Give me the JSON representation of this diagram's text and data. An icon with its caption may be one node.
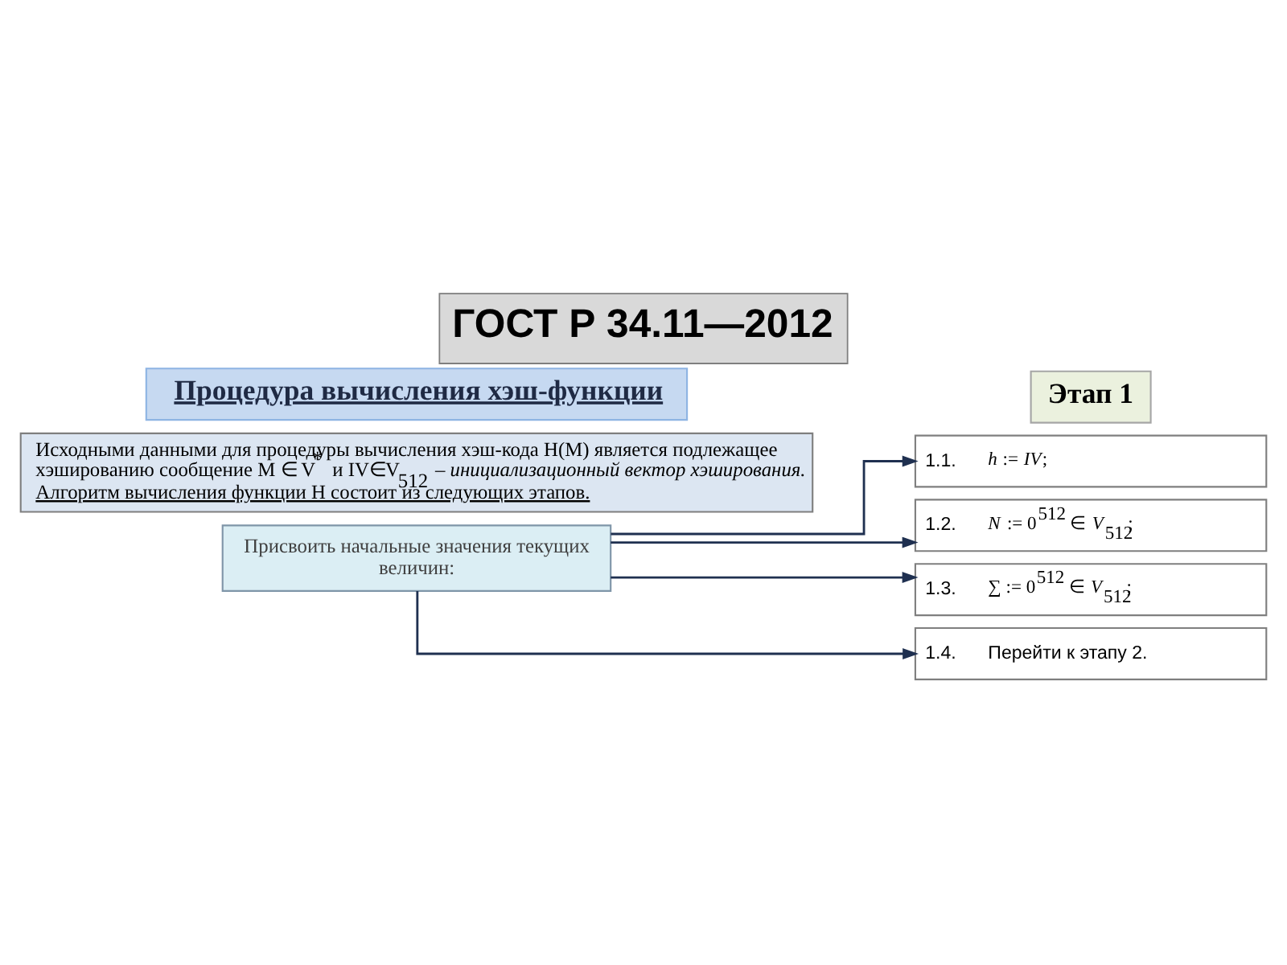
{
  "diagram": {
    "title": "ГОСТ Р 34.11—2012",
    "nodes": [
      {
        "text": [
          "Процедура вычисления хэш-функции"
        ]
      },
      {
        "text": [
          "Исходными данными для процедуры вычисления хэш-кода H(M) является подлежащее хэшированию сообщение M ∈ V$^{*}$ и IV∈V$_{512}$ *– инициализационный вектор хэширования.*",
          "Алгоритм вычисления функции H состоит из следующих этапов."
        ]
      },
      {
        "text": [
          "Этап 1"
        ]
      },
      {
        "text": [
          "Присвоить начальные значения текущих величин:"
        ]
      },
      {
        "text": [
          "1.1.",
          "*h* := *IV*;"
        ]
      },
      {
        "text": [
          "1.2.",
          "*N* := 0$^{512}$ ∈ *V*$_{512}$;"
        ]
      },
      {
        "text": [
          "1.3.",
          "∑ := 0$^{512}$ ∈ *V*$_{512}$;"
        ]
      },
      {
        "text": [
          "1.4.",
          "Перейти к этапу 2."
        ]
      }
    ],
    "edges": [
      {
        "from": 3,
        "to": 4,
        "arrow": "to"
      },
      {
        "from": 3,
        "to": 5,
        "arrow": "to"
      },
      {
        "from": 3,
        "to": 6,
        "arrow": "to"
      },
      {
        "from": 3,
        "to": 7,
        "arrow": "to"
      }
    ]
  }
}
